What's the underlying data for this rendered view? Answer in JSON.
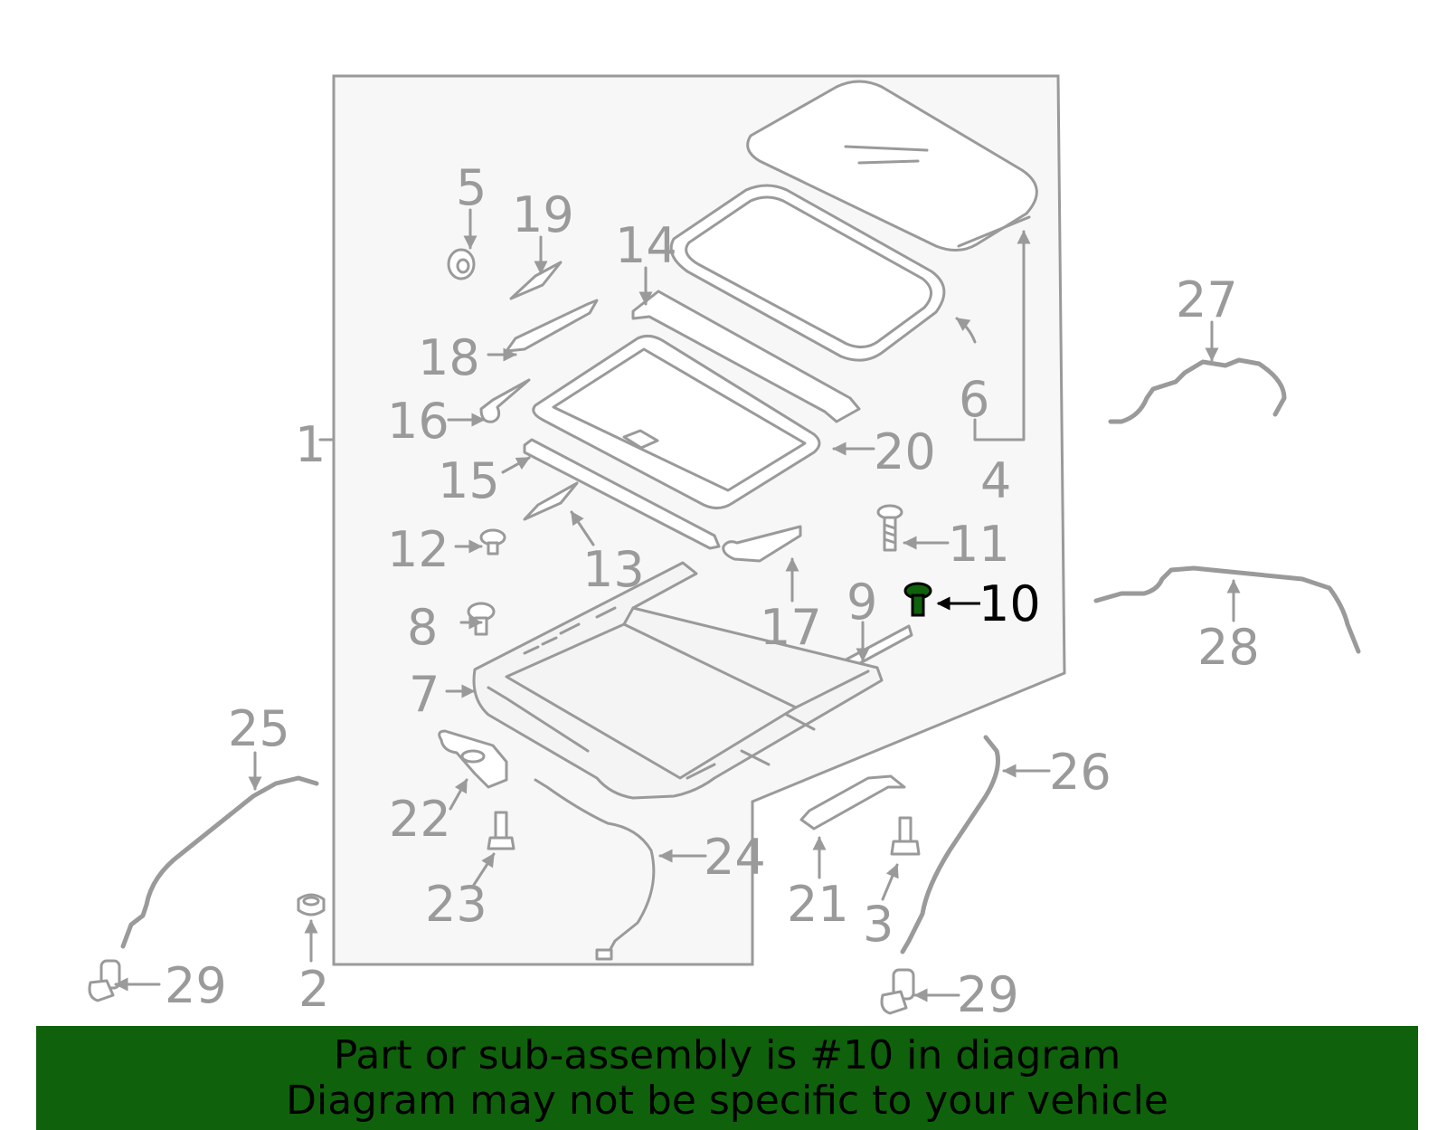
{
  "highlight_color": "#0f620b",
  "labels": {
    "l1": "1",
    "l2": "2",
    "l3": "3",
    "l4": "4",
    "l5": "5",
    "l6": "6",
    "l7": "7",
    "l8": "8",
    "l9": "9",
    "l10": "10",
    "l11": "11",
    "l12": "12",
    "l13": "13",
    "l14": "14",
    "l15": "15",
    "l16": "16",
    "l17": "17",
    "l18": "18",
    "l19": "19",
    "l20": "20",
    "l21": "21",
    "l22": "22",
    "l23": "23",
    "l24": "24",
    "l25": "25",
    "l26": "26",
    "l27": "27",
    "l28": "28",
    "l29a": "29",
    "l29b": "29"
  },
  "banner": {
    "line1": "Part or sub-assembly is #10 in diagram",
    "line2": "Diagram may not be specific to your vehicle"
  }
}
